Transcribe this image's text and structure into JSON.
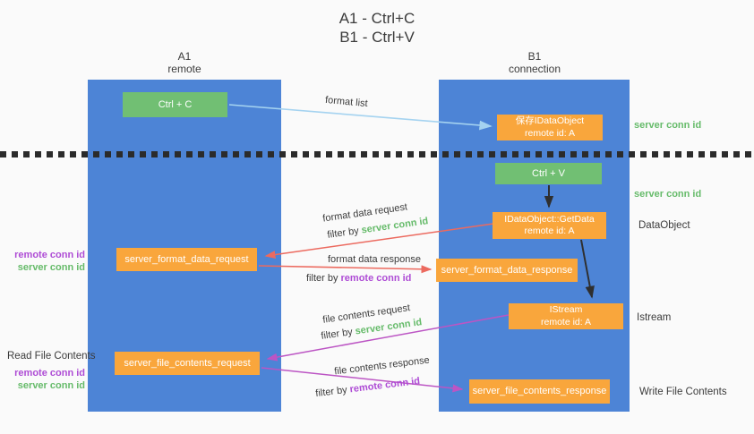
{
  "title": {
    "line1": "A1 - Ctrl+C",
    "line2": "B1 - Ctrl+V"
  },
  "lifelines": {
    "left": {
      "name": "A1",
      "role": "remote"
    },
    "right": {
      "name": "B1",
      "role": "connection"
    }
  },
  "boxes": {
    "ctrl_c": "Ctrl + C",
    "ctrl_v": "Ctrl + V",
    "save_idataobject": {
      "line1": "保存IDataObject",
      "line2": "remote id: A"
    },
    "getdata": {
      "line1": "IDataObject::GetData",
      "line2": "remote id: A"
    },
    "istream": {
      "line1": "IStream",
      "line2": "remote id: A"
    },
    "format_request": "server_format_data_request",
    "format_response": "server_format_data_response",
    "file_request": "server_file_contents_request",
    "file_response": "server_file_contents_response"
  },
  "arrow_labels": {
    "format_list": "format list",
    "format_data_request": "format data request",
    "format_data_response": "format data response",
    "file_contents_request": "file contents request",
    "file_contents_response": "file contents response",
    "filter_by": "filter by",
    "server_conn_id": "server conn id",
    "remote_conn_id": "remote conn id"
  },
  "annotations": {
    "right": {
      "server_conn_id_1": "server conn id",
      "server_conn_id_2": "server conn id",
      "dataobject": "DataObject",
      "istream": "Istream",
      "write_file_contents": "Write File Contents"
    },
    "left": {
      "remote_conn_id_1": "remote conn id",
      "server_conn_id_1": "server conn id",
      "read_file_contents": "Read File Contents",
      "remote_conn_id_2": "remote conn id",
      "server_conn_id_2": "server conn id"
    }
  },
  "colors": {
    "background": "#FAFAFA",
    "lifeline_blue": "#4D84D6",
    "box_green": "#71BF73",
    "box_orange": "#F9A63C",
    "arrow_lightblue": "#A5D3F0",
    "arrow_black": "#2F2F2F",
    "arrow_red": "#EC6A5F",
    "arrow_magenta": "#BC55C4",
    "text_green": "#66BB6A",
    "text_purple": "#AE4CD5",
    "text_dark": "#3B3B3B",
    "divider_dark": "#2B2B2B"
  }
}
